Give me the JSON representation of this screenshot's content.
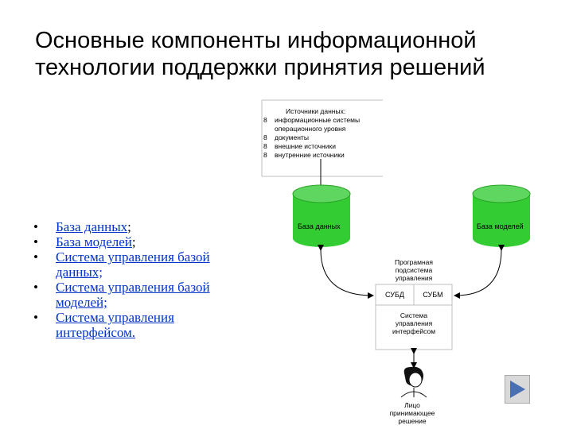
{
  "slide": {
    "title_line1": "Основные компоненты информационной",
    "title_line2": "технологии поддержки принятия решений"
  },
  "bullets": [
    {
      "text": "База данных",
      "suffix": ";"
    },
    {
      "text": "База моделей",
      "suffix": ";"
    },
    {
      "text": "Система управления базой данных;",
      "suffix": ""
    },
    {
      "text": "Система управления базой моделей;",
      "suffix": ""
    },
    {
      "text": "Система управления интерфейсом.",
      "suffix": ""
    }
  ],
  "diagram": {
    "sources_header": "Источники данных:",
    "sources_items": [
      {
        "marker": "8",
        "text": "информационные системы"
      },
      {
        "marker": "",
        "text": "операционного уровня"
      },
      {
        "marker": "8",
        "text": "документы"
      },
      {
        "marker": "8",
        "text": "внешние источники"
      },
      {
        "marker": "8",
        "text": "внутренние источники"
      }
    ],
    "db_label": "База данных",
    "mb_label": "База моделей",
    "software_line1": "Програмная",
    "software_line2": "подсистема",
    "software_line3": "управления",
    "dbms_label": "СУБД",
    "mbms_label": "СУБМ",
    "iface_line1": "Система",
    "iface_line2": "управления",
    "iface_line3": "интерфейсом",
    "person_line1": "Лицо",
    "person_line2": "принимающее",
    "person_line3": "решение"
  },
  "colors": {
    "cylinder": "#33cc33",
    "cylinder_dark": "#27a327",
    "link": "#0033cc",
    "box_border": "#bfbfbf",
    "nav_arrow": "#4a6fb3"
  },
  "icons": {
    "next": "play-triangle-icon",
    "person": "person-icon"
  }
}
